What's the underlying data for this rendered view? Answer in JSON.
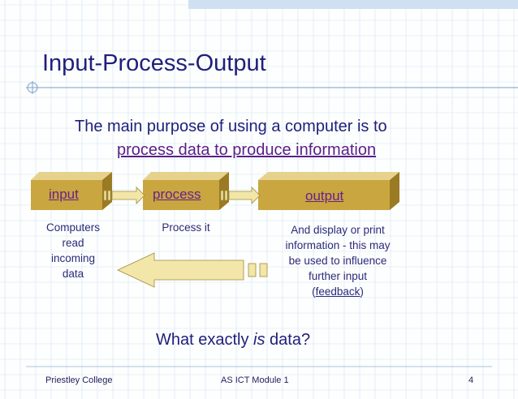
{
  "slide": {
    "title": "Input-Process-Output",
    "body_line1": "The main purpose of using a computer is to",
    "body_line2": "process data to produce information",
    "stages": [
      {
        "label": "input",
        "description_lines": [
          "Computers",
          "read",
          "incoming",
          "data"
        ]
      },
      {
        "label": "process",
        "description_lines": [
          "Process it"
        ]
      },
      {
        "label": "output",
        "description_lines": [
          "And display or print",
          "information - this may",
          "be used to influence",
          "further input"
        ]
      }
    ],
    "feedback_open": "(",
    "feedback_link": "feedback",
    "feedback_close": ")",
    "question_prefix": "What exactly ",
    "question_emphasis": "is",
    "question_suffix": " data?",
    "footer_left": "Priestley College",
    "footer_center": "AS ICT Module 1",
    "footer_right": "4"
  },
  "colors": {
    "box_face": "#c9a63f",
    "box_top": "#e6d28d",
    "box_side": "#9a7a22",
    "arrow_fill": "#f2e6a8",
    "arrow_stroke": "#a08a3a",
    "title": "#1f1f7a",
    "link": "#5a1f8a",
    "grid": "#d3e3ef",
    "banner": "#cfe0f2"
  }
}
